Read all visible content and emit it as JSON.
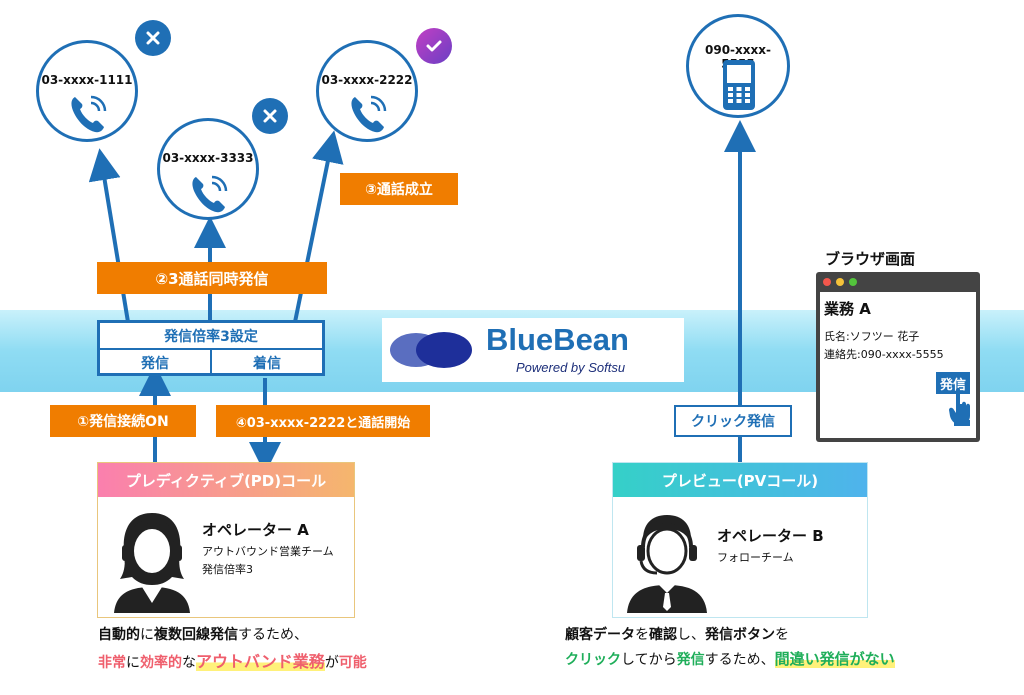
{
  "phones": {
    "p1": {
      "number": "03-xxxx-1111",
      "status": "fail"
    },
    "p2": {
      "number": "03-xxxx-3333",
      "status": "fail"
    },
    "p3": {
      "number": "03-xxxx-2222",
      "status": "success"
    },
    "mobile": {
      "number": "090-xxxx-5555"
    }
  },
  "labels": {
    "call_success": "③通話成立",
    "simultaneous": "②3通話同時発信",
    "rate_setting": "発信倍率3設定",
    "outgoing": "発信",
    "incoming": "着信",
    "connect_on": "①発信接続ON",
    "call_start": "④03-xxxx-2222と通話開始",
    "click_call": "クリック発信"
  },
  "logo": {
    "name": "BlueBean",
    "tagline": "Powered by Softsu"
  },
  "browser": {
    "title": "ブラウザ画面",
    "task": "業務 A",
    "name_line": "氏名:ソフツー 花子",
    "contact_line": "連絡先:090-xxxx-5555",
    "button": "発信"
  },
  "pd_card": {
    "header": "プレディクティブ(PD)コール",
    "operator": "オペレーター A",
    "team": "アウトバウンド営業チーム",
    "rate": "発信倍率3"
  },
  "pv_card": {
    "header": "プレビュー(PVコール)",
    "operator": "オペレーター B",
    "team": "フォローチーム"
  },
  "captions": {
    "left1_a": "自動的",
    "left1_b": "に",
    "left1_c": "複数回線発信",
    "left1_d": "するため、",
    "left2_a": "非常",
    "left2_b": "に",
    "left2_c": "効率的",
    "left2_d": "な",
    "left2_e": "アウトバンド業務",
    "left2_f": "が",
    "left2_g": "可能",
    "right1_a": "顧客データ",
    "right1_b": "を",
    "right1_c": "確認",
    "right1_d": "し、",
    "right1_e": "発信ボタン",
    "right1_f": "を",
    "right2_a": "クリック",
    "right2_b": "してから",
    "right2_c": "発信",
    "right2_d": "するため、",
    "right2_e": "間違い発信がない"
  },
  "colors": {
    "blue": "#1f6fb5",
    "orange": "#f07d00",
    "fail": "#1f6fb5",
    "success": "#8a3fc4"
  }
}
